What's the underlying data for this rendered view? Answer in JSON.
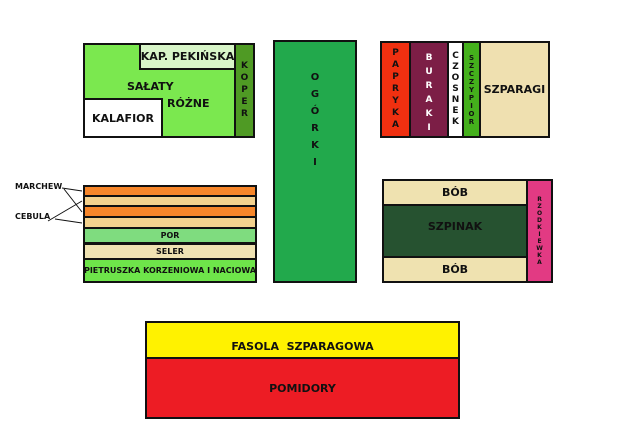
{
  "bed_top_left": {
    "salaty": "SAŁATY",
    "rozne": "RÓŻNE",
    "kap_pekinska": "KAP. PEKIŃSKA",
    "koper": "KOPER",
    "kalafior": "KALAFIOR"
  },
  "ogorki": "OGÓRKI",
  "bed_top_right": {
    "papryka": "PAPRYKA",
    "buraki": "BURAKI",
    "czosnek": "CZOSNEK",
    "szczypior": "SZCZYPIOR",
    "szparagi": "SZPARAGI"
  },
  "bed_left_rows": {
    "marchew_label": "MARCHEW",
    "cebula_label": "CEBULA",
    "por": "POR",
    "seler": "SELER",
    "pietruszka": "PIETRUSZKA KORZENIOWA I NACIOWA"
  },
  "bed_right_middle": {
    "bob_top": "BÓB",
    "szpinak": "SZPINAK",
    "bob_bottom": "BÓB",
    "rzodkiewka": "RZODKIEWKA"
  },
  "bed_bottom": {
    "fasola": "FASOLA  SZPARAGOWA",
    "pomidory": "POMIDORY"
  },
  "colors": {
    "salaty": "#7be84f",
    "kap": "#d8f5c8",
    "koper": "#4f9a24",
    "ogorki": "#22a94c",
    "papryka": "#f03010",
    "buraki": "#7c1e46",
    "szczypior": "#44b01c",
    "szparagi": "#efe0b0",
    "marchew": "#f7862a",
    "cebula": "#f4d28e",
    "por": "#7fdc7f",
    "seler": "#efe2b2",
    "pietruszka": "#6ee54a",
    "szpinak": "#265230",
    "rzodkiewka": "#e23a83",
    "fasola": "#fff200",
    "pomidory": "#ed1c24"
  }
}
